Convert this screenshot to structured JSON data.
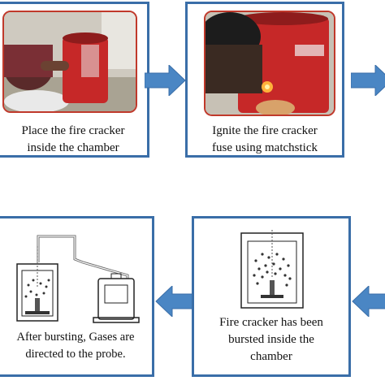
{
  "steps": [
    {
      "id": 1,
      "caption": "Place the fire cracker\ninside the chamber"
    },
    {
      "id": 2,
      "caption": "Ignite the fire cracker\nfuse using matchstick"
    },
    {
      "id": 3,
      "caption": "Fire cracker has been\nbursted inside the\nchamber"
    },
    {
      "id": 4,
      "caption": "After bursting, Gases are\ndirected to the probe."
    }
  ],
  "colors": {
    "box_border": "#3a6ea8",
    "arrow_fill": "#4a86c4",
    "photo_border": "#c0392b",
    "chamber_red": "#c62828"
  },
  "icons": [
    "chamber-photo",
    "ignition-photo",
    "chamber-burst-icon",
    "gas-probe-icon",
    "right-arrow-icon",
    "left-arrow-icon"
  ]
}
